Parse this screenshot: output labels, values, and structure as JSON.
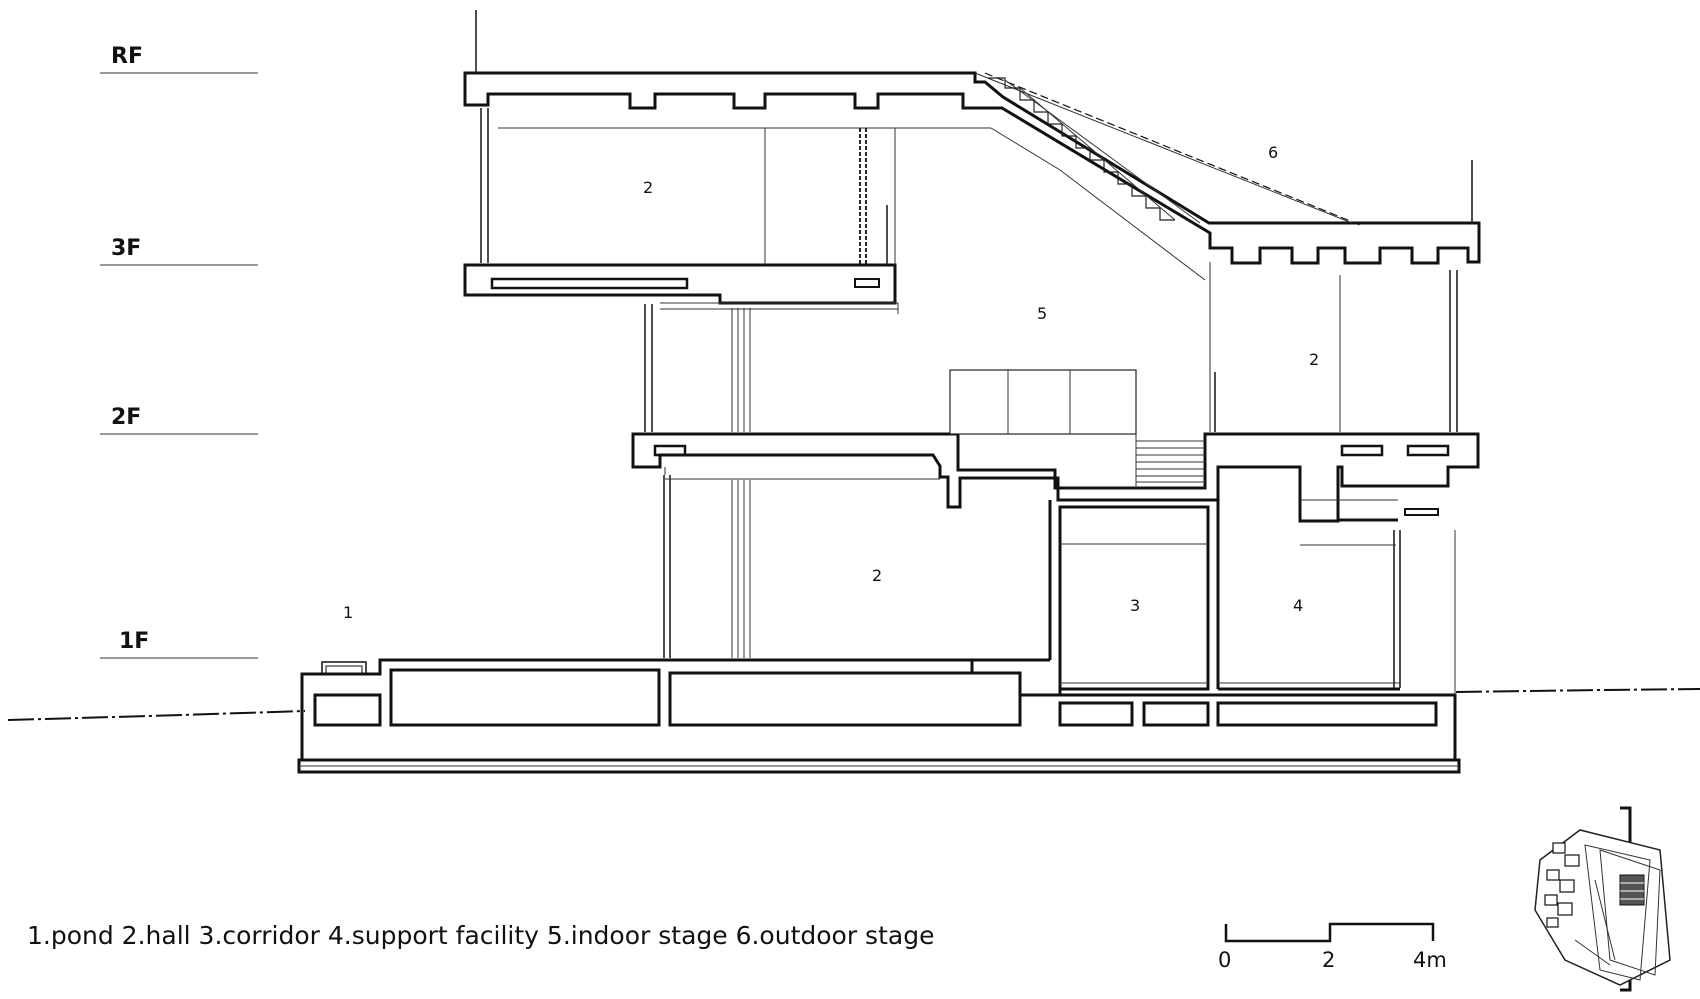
{
  "levels": {
    "rf": "RF",
    "f3": "3F",
    "f2": "2F",
    "f1": "1F"
  },
  "rooms": {
    "pond": "1",
    "hall_3f": "2",
    "hall_2f": "2",
    "hall_1f": "2",
    "corridor": "3",
    "support": "4",
    "indoor_stage": "5",
    "outdoor_stage": "6"
  },
  "legend": "1.pond  2.hall 3.corridor 4.support facility 5.indoor stage 6.outdoor stage",
  "scale": {
    "t0": "0",
    "t2": "2",
    "t4": "4m"
  }
}
